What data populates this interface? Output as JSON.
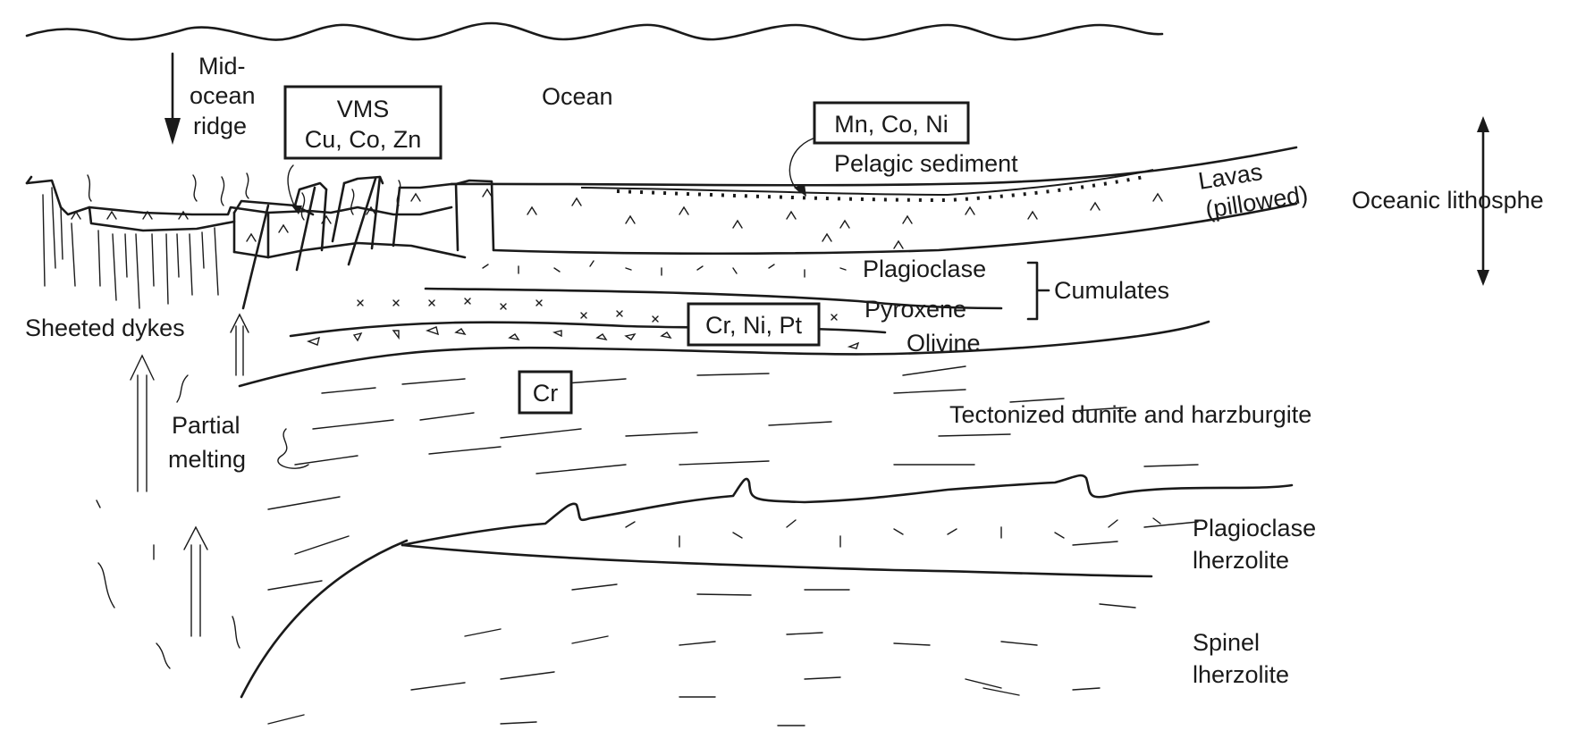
{
  "labels": {
    "mid_ocean_ridge": [
      "Mid-",
      "ocean",
      "ridge"
    ],
    "ocean": "Ocean",
    "pelagic_sediment": "Pelagic sediment",
    "lavas": [
      "Lavas",
      "(pillowed)"
    ],
    "oceanic_lithosphere": "Oceanic lithosphe",
    "plagioclase": "Plagioclase",
    "pyroxene": "Pyroxene",
    "olivine": "Olivine",
    "cumulates": "Cumulates",
    "sheeted_dykes": "Sheeted dykes",
    "partial_melting": [
      "Partial",
      "melting"
    ],
    "tectonized": "Tectonized dunite and harzburgite",
    "plagioclase_lherzolite": [
      "Plagioclase",
      "lherzolite"
    ],
    "spinel_lherzolite": [
      "Spinel",
      "lherzolite"
    ]
  },
  "deposits": {
    "vms": [
      "VMS",
      "Cu, Co, Zn"
    ],
    "mn_co_ni": "Mn, Co, Ni",
    "cr_ni_pt": "Cr, Ni, Pt",
    "cr": "Cr"
  }
}
